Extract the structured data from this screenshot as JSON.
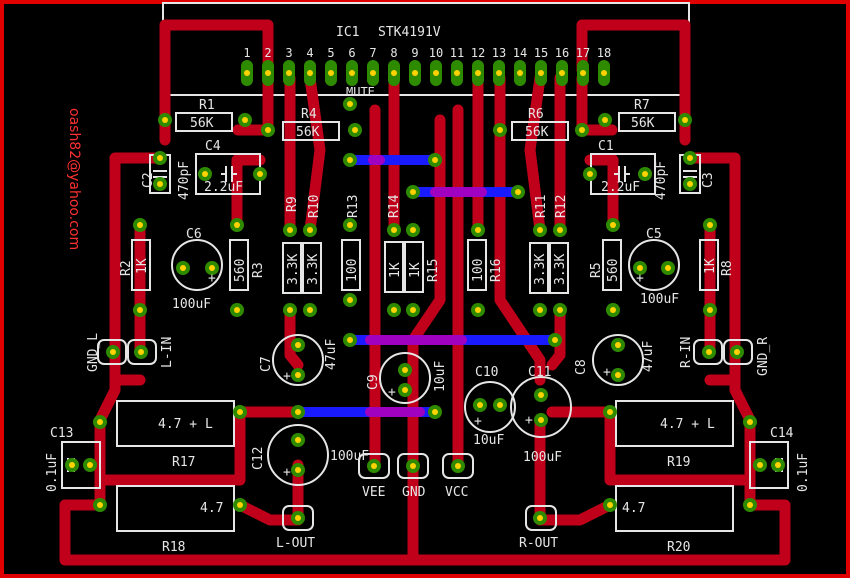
{
  "colors": {
    "background": "#000000",
    "board_outline": "#e00000",
    "copper_top": "#c0001a",
    "copper_bottom": "#1a1aff",
    "via": "#a000c0",
    "pad": "#2e8b00",
    "pad_hole": "#ffd200",
    "silk": "#e6e6e6",
    "signature": "#ff3030"
  },
  "ic": {
    "refdes": "IC1",
    "part": "STK4191V",
    "pins": [
      "1",
      "2",
      "3",
      "4",
      "5",
      "6",
      "7",
      "8",
      "9",
      "10",
      "11",
      "12",
      "13",
      "14",
      "15",
      "16",
      "17",
      "18"
    ],
    "mute": "MUTE"
  },
  "resistors": {
    "r1": {
      "ref": "R1",
      "value": "56K"
    },
    "r2": {
      "ref": "R2",
      "value": "1K"
    },
    "r3": {
      "ref": "R3",
      "value": "560"
    },
    "r4": {
      "ref": "R4",
      "value": "56K"
    },
    "r5": {
      "ref": "R5",
      "value": "560"
    },
    "r6": {
      "ref": "R6",
      "value": "56K"
    },
    "r7": {
      "ref": "R7",
      "value": "56K"
    },
    "r8": {
      "ref": "R8",
      "value": "1K"
    },
    "r9": {
      "ref": "R9",
      "value": "3.3K"
    },
    "r10": {
      "ref": "R10",
      "value": "3.3K"
    },
    "r11": {
      "ref": "R11",
      "value": "3.3K"
    },
    "r12": {
      "ref": "R12",
      "value": "3.3K"
    },
    "r13": {
      "ref": "R13",
      "value": "100"
    },
    "r14": {
      "ref": "R14",
      "value": "1K"
    },
    "r15": {
      "ref": "R15",
      "value": "1K"
    },
    "r16": {
      "ref": "R16",
      "value": "100"
    },
    "r17": {
      "ref": "R17",
      "value": "4.7 + L"
    },
    "r18": {
      "ref": "R18",
      "value": "4.7"
    },
    "r19": {
      "ref": "R19",
      "value": "4.7 + L"
    },
    "r20": {
      "ref": "R20",
      "value": "4.7"
    }
  },
  "capacitors": {
    "c1": {
      "ref": "C1",
      "value": "2.2uF"
    },
    "c2": {
      "ref": "C2",
      "value": "470pF"
    },
    "c3": {
      "ref": "C3",
      "value": "470pF"
    },
    "c4": {
      "ref": "C4",
      "value": "2.2uF"
    },
    "c5": {
      "ref": "C5",
      "value": "100uF"
    },
    "c6": {
      "ref": "C6",
      "value": "100uF"
    },
    "c7": {
      "ref": "C7",
      "value": "47uF"
    },
    "c8": {
      "ref": "C8",
      "value": "47uF"
    },
    "c9": {
      "ref": "C9",
      "value": "10uF"
    },
    "c10": {
      "ref": "C10",
      "value": "10uF"
    },
    "c11": {
      "ref": "C11",
      "value": "100uF"
    },
    "c12": {
      "ref": "C12",
      "value": "100uF"
    },
    "c13": {
      "ref": "C13",
      "value": "0.1uF"
    },
    "c14": {
      "ref": "C14",
      "value": "0.1uF"
    }
  },
  "connectors": {
    "gnd_l": "GND_L",
    "l_in": "L-IN",
    "r_in": "R-IN",
    "gnd_r": "GND_R",
    "vee": "VEE",
    "gnd": "GND",
    "vcc": "VCC",
    "l_out": "L-OUT",
    "r_out": "R-OUT"
  },
  "signature": "oash82@yahoo.com"
}
